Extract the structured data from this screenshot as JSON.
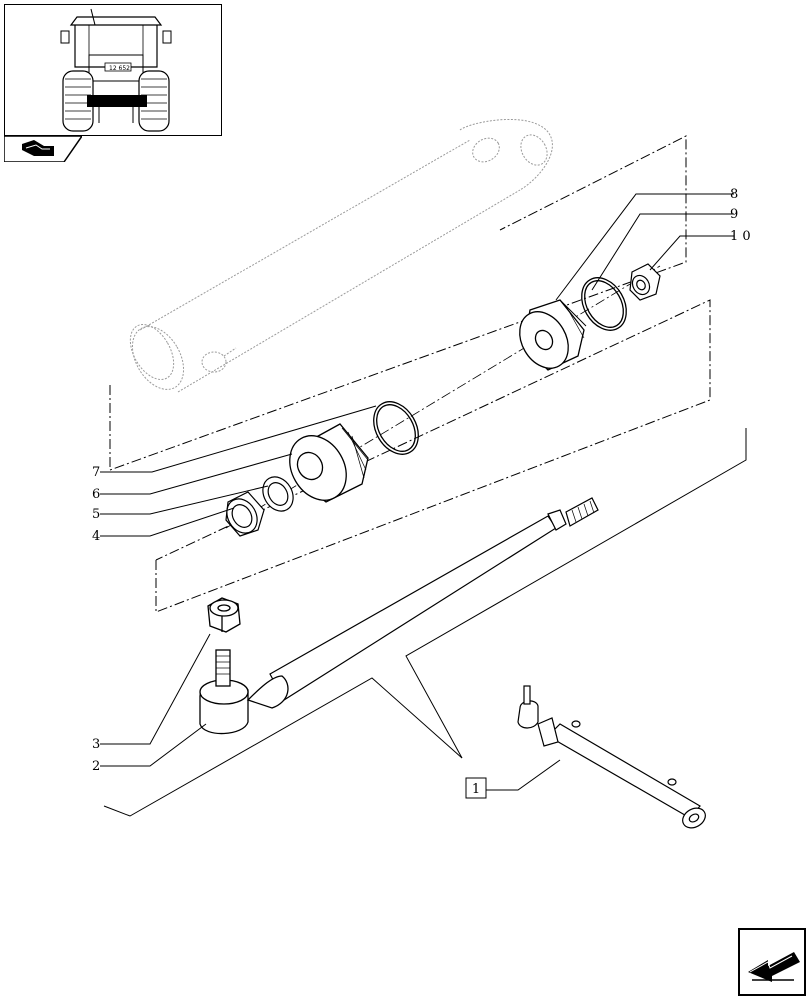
{
  "callouts": {
    "c1": "1",
    "c2": "2",
    "c3": "3",
    "c4": "4",
    "c5": "5",
    "c6": "6",
    "c7": "7",
    "c8": "8",
    "c9": "9",
    "c10": "1 0"
  },
  "thumbnail": {
    "plate": "12 652"
  },
  "icons": {
    "section_tab": "book-tab-icon",
    "next_page": "arrow-next-page-icon"
  },
  "colors": {
    "line": "#000000",
    "faded": "#9a9a9a",
    "background": "#ffffff"
  }
}
